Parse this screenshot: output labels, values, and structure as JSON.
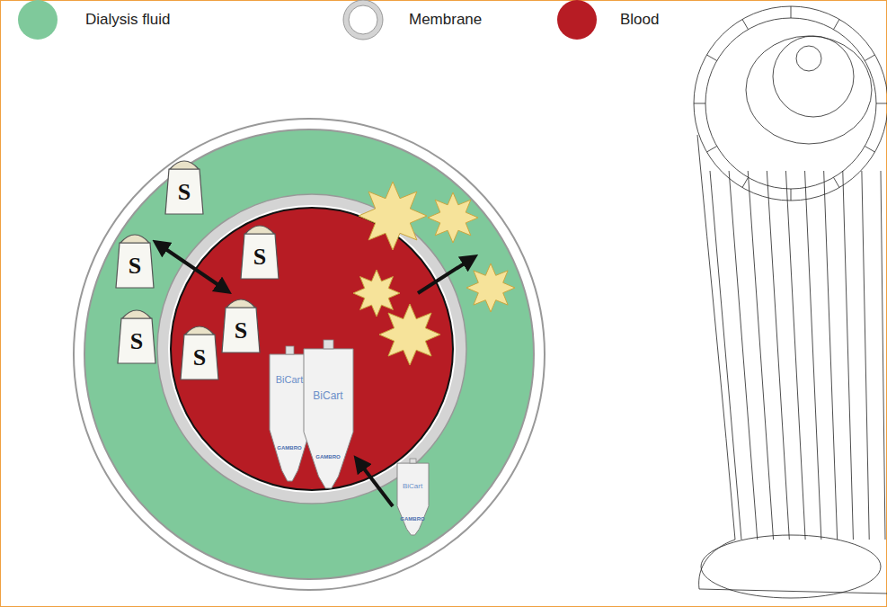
{
  "diagram": {
    "labels": [
      "S",
      "S",
      "S",
      "S",
      "S",
      "S",
      "BiCart",
      "BiCart",
      "BiCart",
      "GAMBRO",
      "GAMBRO",
      "GAMBRO"
    ],
    "legend": [
      {
        "text": "Dialysis fluid",
        "color": "#7fc99b"
      },
      {
        "text": "Membrane"
      },
      {
        "text": "Blood",
        "color": "#b71c24"
      }
    ]
  }
}
